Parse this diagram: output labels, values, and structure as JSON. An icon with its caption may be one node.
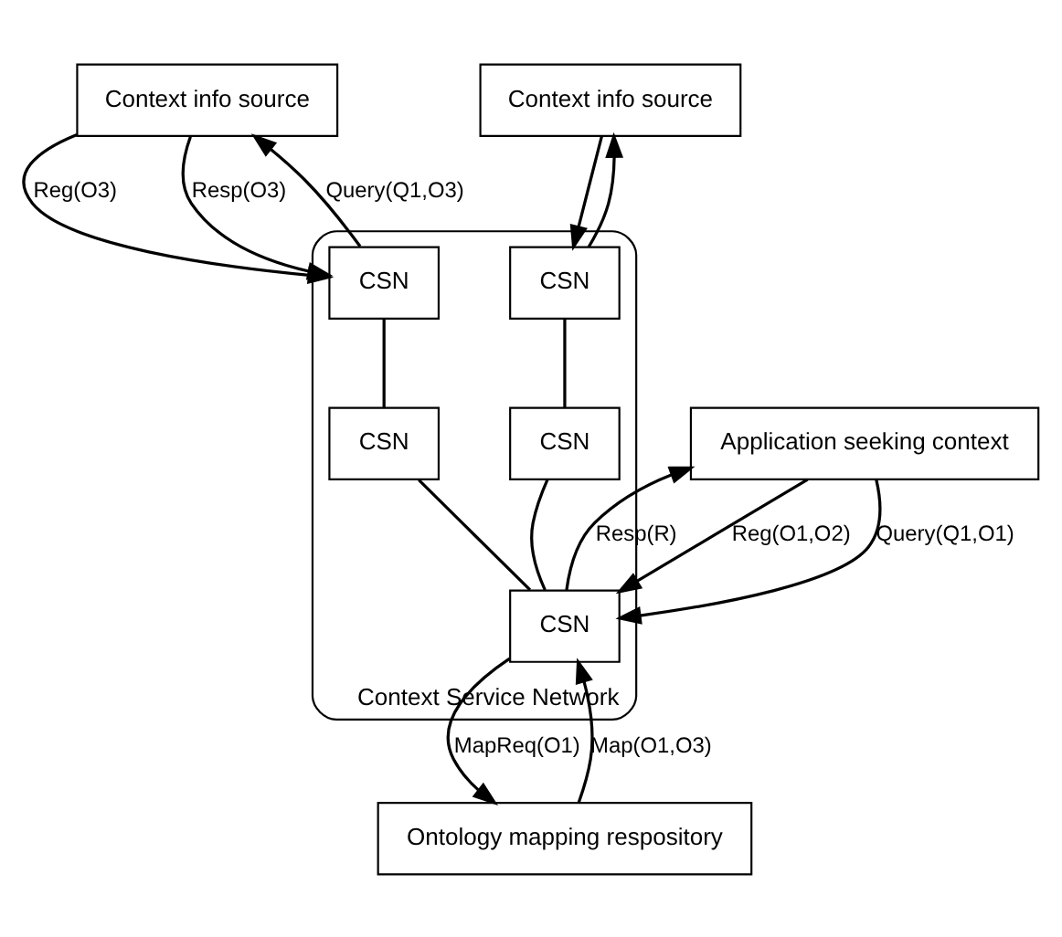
{
  "diagram": {
    "nodes": [
      {
        "text": [
          "Context info source"
        ]
      },
      {
        "text": [
          "Context info source"
        ]
      },
      {
        "text": [
          "Context Service Network"
        ]
      },
      {
        "text": [
          "CSN"
        ],
        "in": 2
      },
      {
        "text": [
          "CSN"
        ],
        "in": 2
      },
      {
        "text": [
          "CSN"
        ],
        "in": 2
      },
      {
        "text": [
          "CSN"
        ],
        "in": 2
      },
      {
        "text": [
          "CSN"
        ],
        "in": 2
      },
      {
        "text": [
          "Ontology mapping respository"
        ]
      },
      {
        "text": [
          "Application seeking context"
        ]
      }
    ],
    "edges": [
      {
        "from": 0,
        "to": 3,
        "arrow": "to",
        "label": "Reg(O3)"
      },
      {
        "from": 3,
        "to": 0,
        "arrow": "to",
        "label": "Query(Q1,O3)"
      },
      {
        "from": 0,
        "to": 3,
        "arrow": "to",
        "label": "Resp(O3)"
      },
      {
        "from": 4,
        "to": 1,
        "arrow": "to"
      },
      {
        "from": 1,
        "to": 4,
        "arrow": "to"
      },
      {
        "from": 3,
        "to": 5,
        "arrow": "none"
      },
      {
        "from": 4,
        "to": 6,
        "arrow": "none"
      },
      {
        "from": 5,
        "to": 7,
        "arrow": "none"
      },
      {
        "from": 6,
        "to": 7,
        "arrow": "none"
      },
      {
        "from": 7,
        "to": 8,
        "arrow": "to",
        "label": "MapReq(O1)"
      },
      {
        "from": 8,
        "to": 7,
        "arrow": "to",
        "label": "Map(O1,O3)"
      },
      {
        "from": 9,
        "to": 7,
        "arrow": "to",
        "label": "Reg(O1,O2)"
      },
      {
        "from": 9,
        "to": 7,
        "arrow": "to",
        "label": "Query(Q1,O1)"
      },
      {
        "from": 7,
        "to": 9,
        "arrow": "to",
        "label": "Resp(R)"
      }
    ]
  }
}
